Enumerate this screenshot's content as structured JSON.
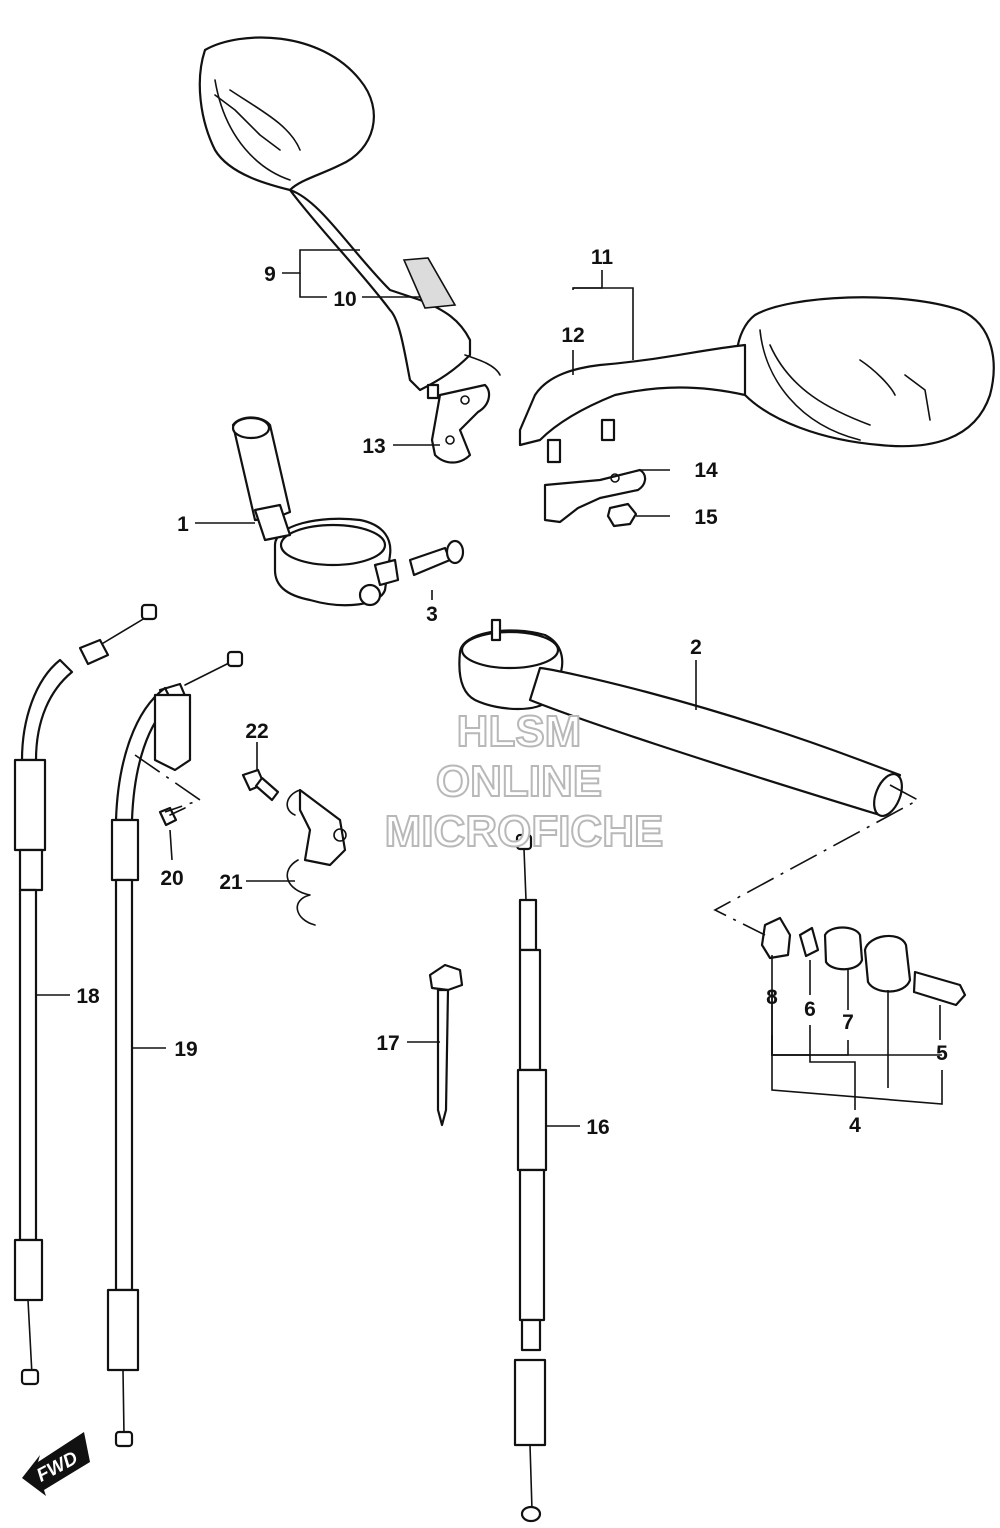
{
  "callouts": {
    "c1": "1",
    "c2": "2",
    "c3": "3",
    "c4": "4",
    "c5": "5",
    "c6": "6",
    "c7": "7",
    "c8": "8",
    "c9": "9",
    "c10": "10",
    "c11": "11",
    "c12": "12",
    "c13": "13",
    "c14": "14",
    "c15": "15",
    "c16": "16",
    "c17": "17",
    "c18": "18",
    "c19": "19",
    "c20": "20",
    "c21": "21",
    "c22": "22"
  },
  "watermark": {
    "line1": "HLSM",
    "line2": "ONLINE",
    "line3": "MICROFICHE"
  },
  "direction_badge": {
    "label": "FWD"
  },
  "colors": {
    "line": "#111111",
    "background": "#ffffff",
    "watermark_outline": "#b8b8b8",
    "badge_fill": "#111111"
  }
}
